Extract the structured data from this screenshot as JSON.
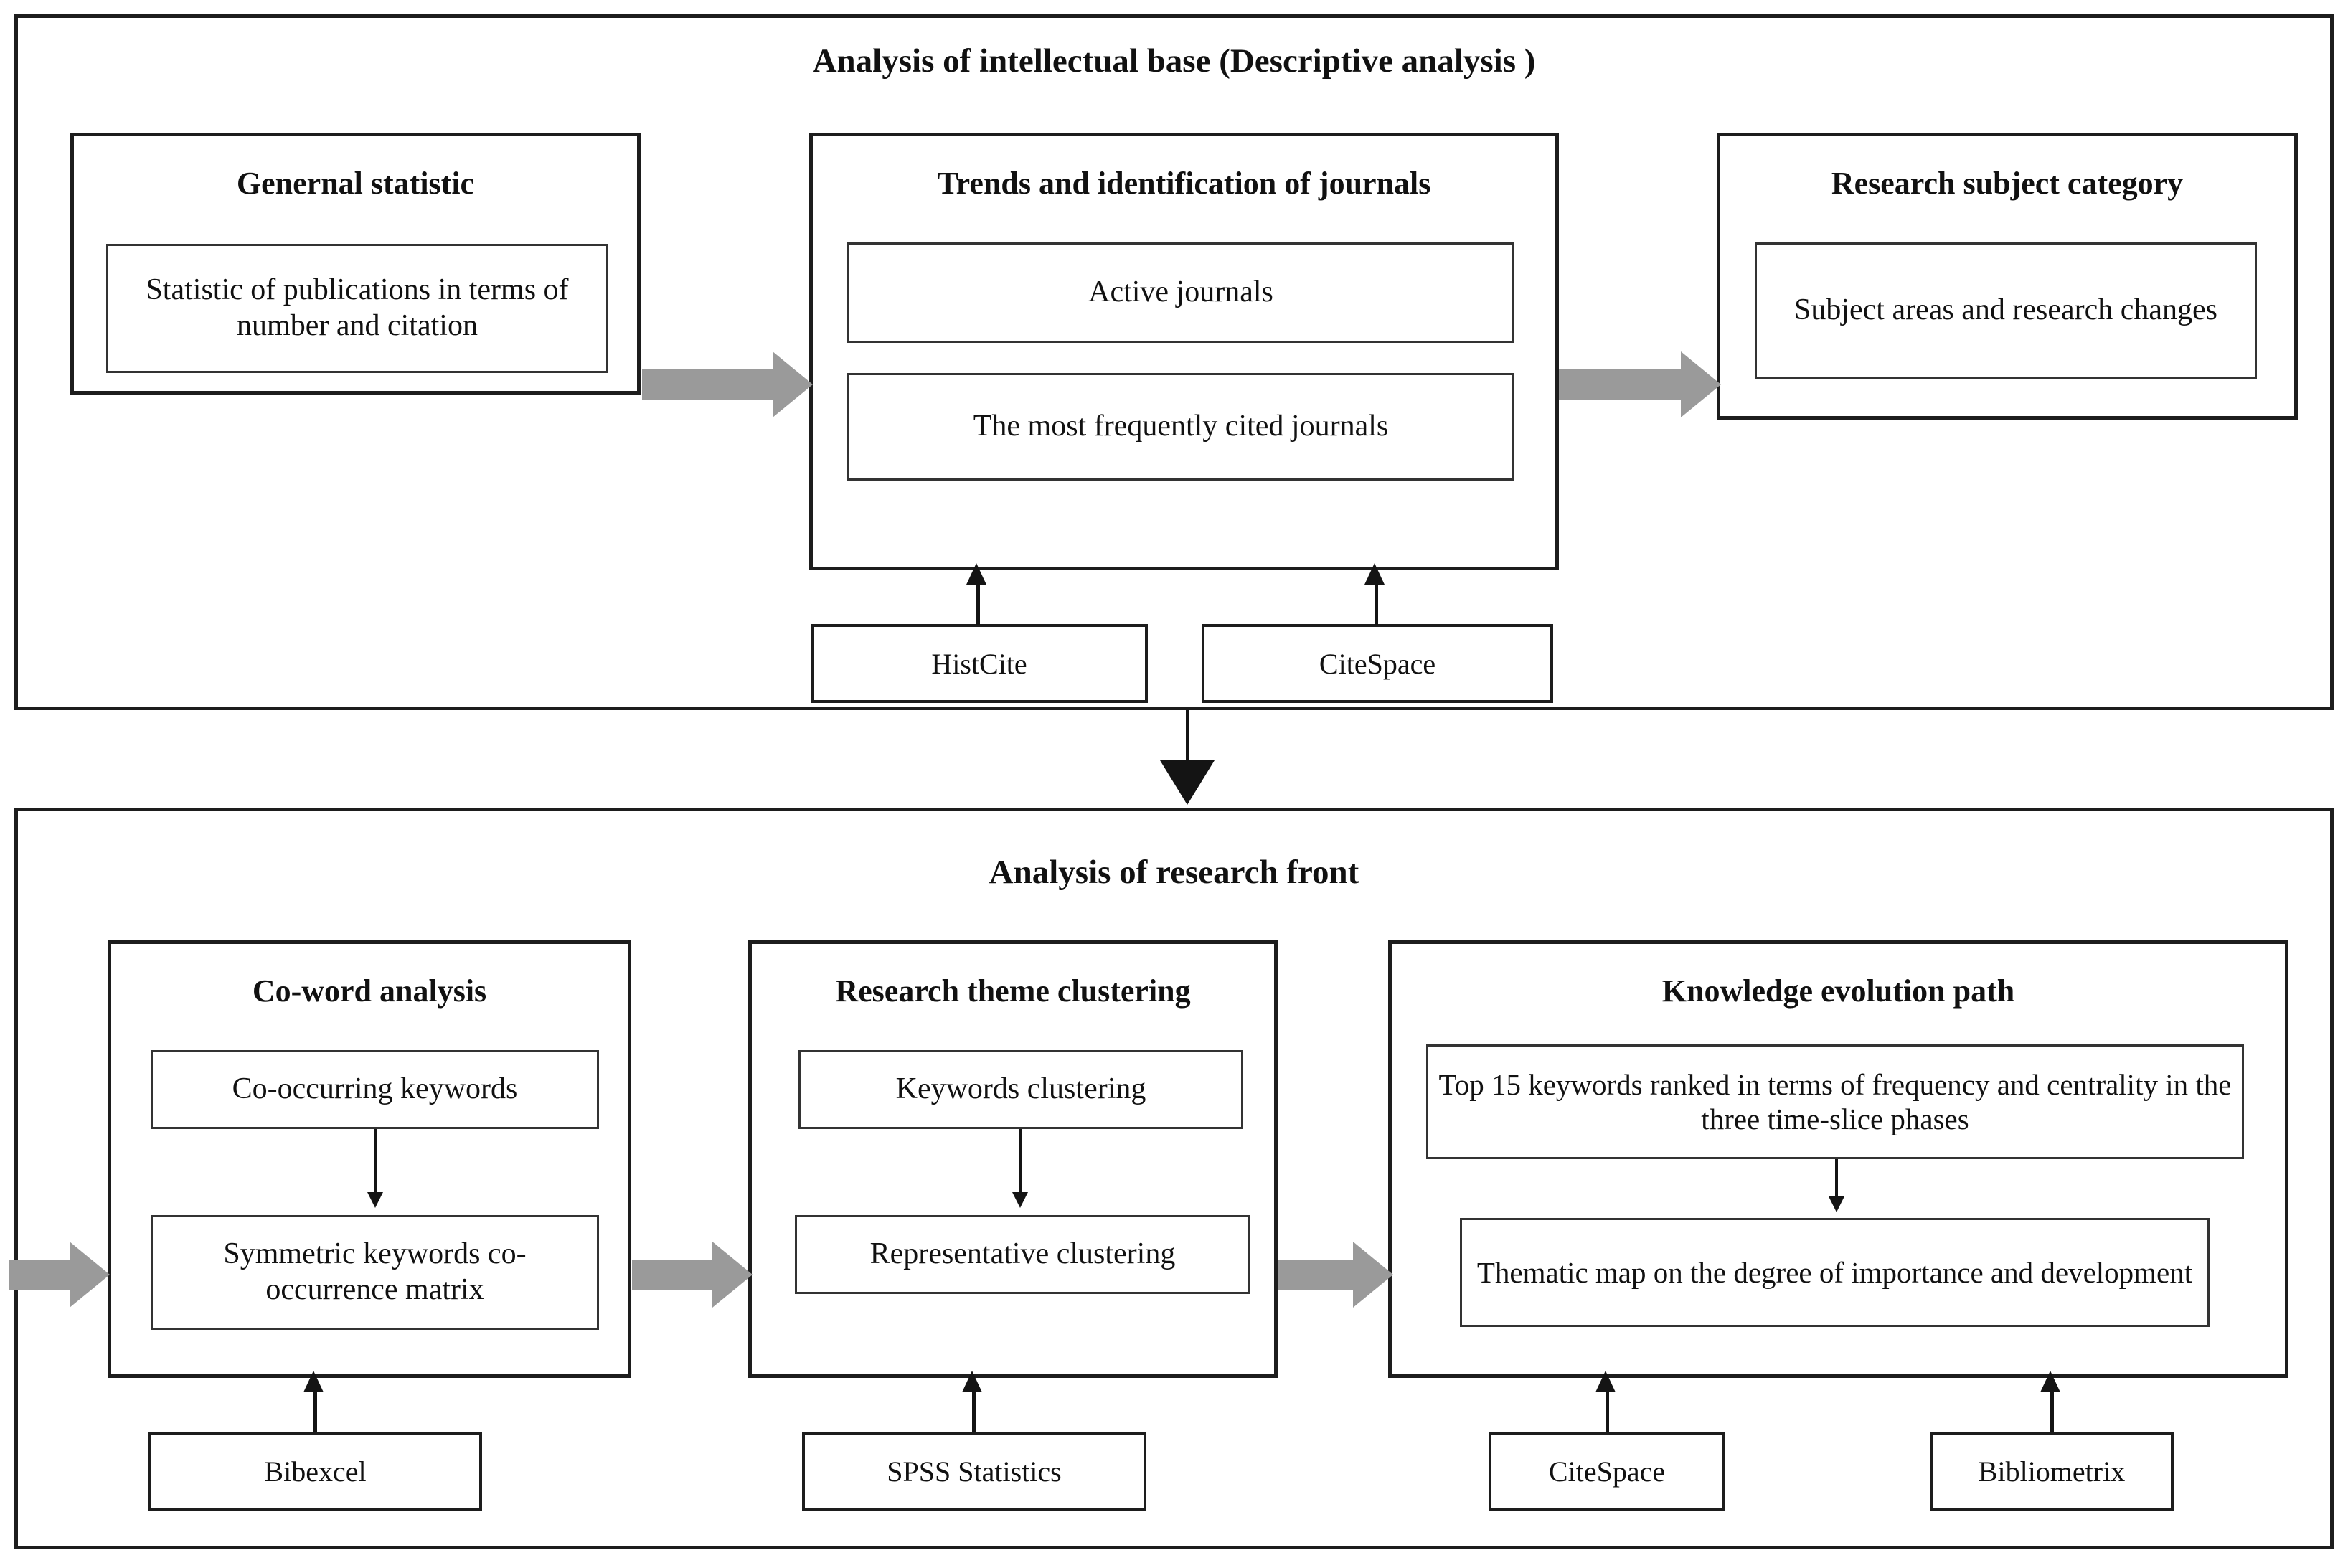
{
  "diagram": {
    "type": "flowchart",
    "sections": [
      {
        "id": "intellectual-base",
        "title": "Analysis of intellectual base (Descriptive analysis )",
        "groups": [
          {
            "id": "general-statistic",
            "title": "Genernal statistic",
            "items": [
              "Statistic of publications in terms of number and citation"
            ]
          },
          {
            "id": "trends-journals",
            "title": "Trends and identification of journals",
            "items": [
              "Active journals",
              "The most frequently cited journals"
            ]
          },
          {
            "id": "research-subject-category",
            "title": "Research subject category",
            "items": [
              "Subject areas and research changes"
            ]
          }
        ],
        "tools": [
          "HistCite",
          "CiteSpace"
        ]
      },
      {
        "id": "research-front",
        "title": "Analysis of research front",
        "groups": [
          {
            "id": "co-word-analysis",
            "title": "Co-word analysis",
            "items": [
              "Co-occurring keywords",
              "Symmetric keywords co-occurrence matrix"
            ]
          },
          {
            "id": "research-theme-clustering",
            "title": "Research theme clustering",
            "items": [
              "Keywords clustering",
              "Representative clustering"
            ]
          },
          {
            "id": "knowledge-evolution-path",
            "title": "Knowledge evolution path",
            "items": [
              "Top 15 keywords ranked in terms of frequency and centrality in the three time-slice phases",
              "Thematic map on the degree of importance and development"
            ]
          }
        ],
        "tools": [
          "Bibexcel",
          "SPSS Statistics",
          "CiteSpace",
          "Bibliometrix"
        ]
      }
    ],
    "colors": {
      "frame": "#1d1d1d",
      "sub_border": "#333333",
      "flow_arrow": "#9a9a9a",
      "connector": "#141414",
      "background": "#ffffff"
    }
  }
}
